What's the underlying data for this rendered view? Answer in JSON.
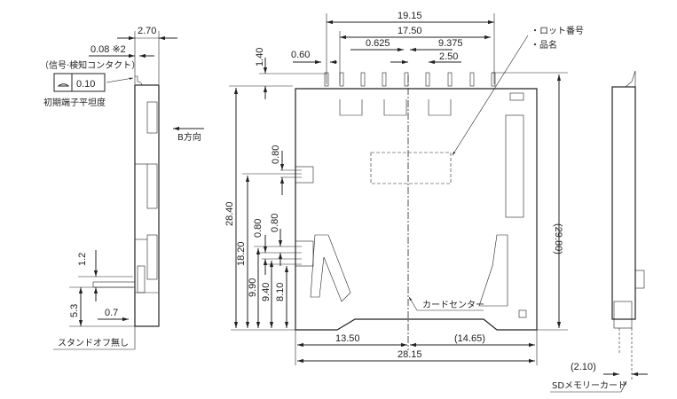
{
  "side_view": {
    "dim_width": "2.70",
    "dim_flatness_offset": "0.08 ※2",
    "contact_note": "（信号·検知コンタクト）",
    "flatness_symbol": "profile-of-surface-icon",
    "flatness_value": "0.10",
    "flatness_label": "初期端子平坦度",
    "direction_label": "B方向",
    "dim_1_2": "1.2",
    "dim_5_3": "5.3",
    "dim_0_7": "0.7",
    "standoff_label": "スタンドオフ無し"
  },
  "front_view": {
    "dim_1_40": "1.40",
    "dim_0_60": "0.60",
    "dim_19_15": "19.15",
    "dim_17_50": "17.50",
    "dim_0_625": "0.625",
    "dim_9_375": "9.375",
    "dim_2_50": "2.50",
    "lot_label": "・ロット番号",
    "name_label": "・品名",
    "dim_28_40": "28.40",
    "dim_18_20": "18.20",
    "dim_9_90": "9.90",
    "dim_9_40": "9.40",
    "dim_8_10": "8.10",
    "dim_0_80_a": "0.80",
    "dim_0_80_b": "0.80",
    "dim_0_80_c": "0.80",
    "card_center_label": "カードセンター",
    "dim_13_50": "13.50",
    "dim_14_65": "(14.65)",
    "dim_28_15": "28.15",
    "dim_29_80": "(29.80)"
  },
  "right_view": {
    "dim_2_10": "(2.10)",
    "card_label": "SDメモリーカード"
  }
}
